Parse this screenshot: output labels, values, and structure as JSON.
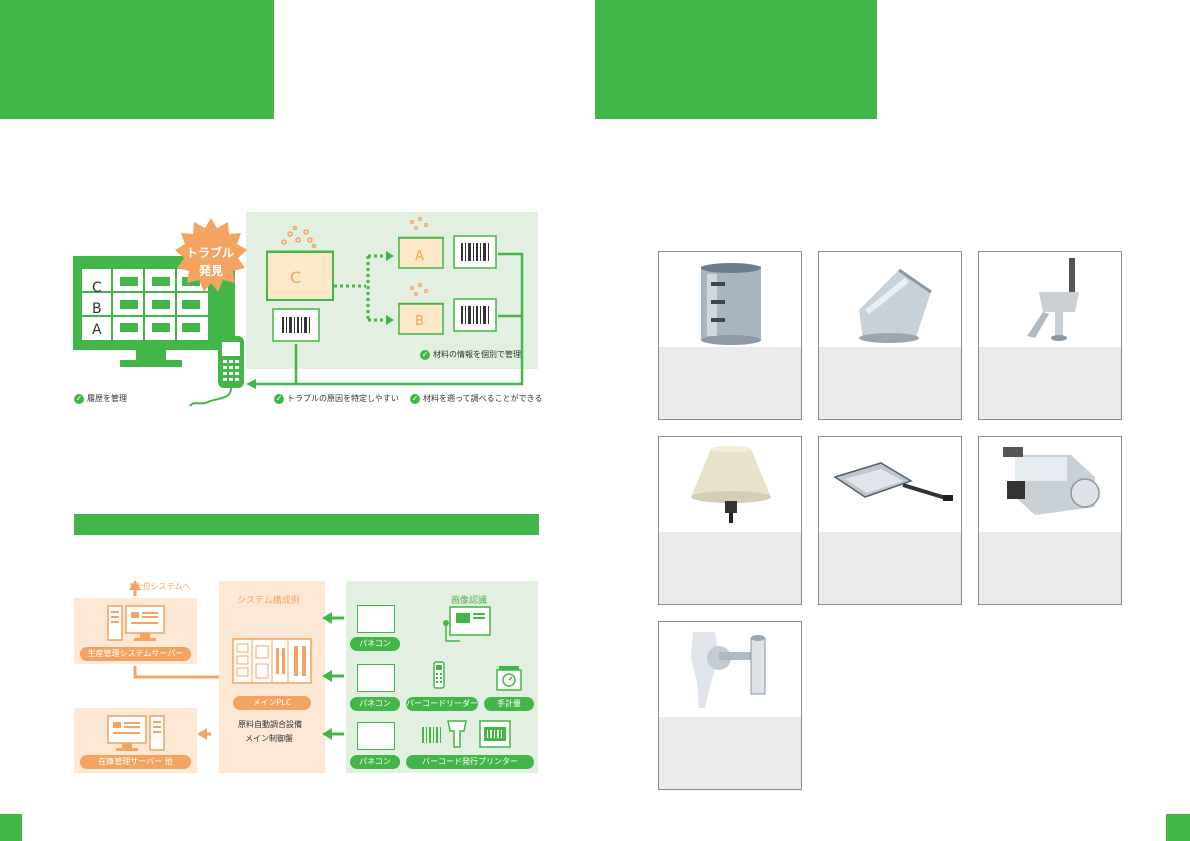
{
  "diagram1": {
    "trouble_badge": [
      "トラブル",
      "発見"
    ],
    "row_labels": [
      "C",
      "B",
      "A"
    ],
    "batch_main": "C",
    "batch_a": "A",
    "batch_b": "B",
    "note_manage": "材料の情報を個別で管理",
    "note_history": "履歴を管理",
    "note_cause": "トラブルの原因を特定しやすい",
    "note_trace": "材料を遡って調べることができる"
  },
  "diagram2": {
    "upper_system": "上位システムへ",
    "system_example": "システム構成例",
    "image_recognition": "画像認識",
    "production_server": "生産管理システムサーバー",
    "main_plc": "メインPLC",
    "equipment_line1": "原料自動調合設備",
    "equipment_line2": "メイン制御盤",
    "inventory_server": "在庫管理サーバー 他",
    "pc": "パネコン",
    "barcode_reader": "バーコードリーダー",
    "scale": "手計量",
    "barcode_printer": "バーコード発行プリンター"
  },
  "colors": {
    "brand_green": "#43b649",
    "accent_orange": "#f4a460",
    "pale_green": "#e3f0e1"
  }
}
